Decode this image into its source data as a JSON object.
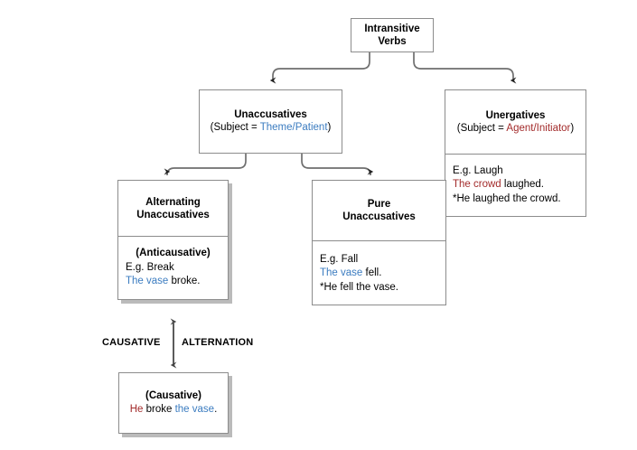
{
  "diagram": {
    "title_node": {
      "name": "intransitive-verbs",
      "line1": "Intransitive",
      "line2": "Verbs"
    },
    "unaccusatives": {
      "title": "Unaccusatives",
      "subject_prefix": "(Subject = ",
      "subject_role": "Theme/Patient",
      "subject_suffix": ")"
    },
    "unergatives": {
      "title": "Unergatives",
      "subject_prefix": "(Subject = ",
      "subject_role": "Agent/Initiator",
      "subject_suffix": ")",
      "example_label": "E.g. Laugh",
      "good_subject": "The crowd",
      "good_rest": " laughed.",
      "bad_sentence": "*He laughed the crowd."
    },
    "alternating_unaccusatives": {
      "title_line1": "Alternating",
      "title_line2": "Unaccusatives",
      "tag": "(Anticausative)",
      "example_label": "E.g. Break",
      "good_subject": "The vase",
      "good_rest": " broke."
    },
    "pure_unaccusatives": {
      "title_line1": "Pure",
      "title_line2": "Unaccusatives",
      "example_label": "E.g. Fall",
      "good_subject": "The vase",
      "good_rest": " fell.",
      "bad_sentence": "*He fell the vase."
    },
    "causative": {
      "tag": "(Causative)",
      "subject": "He",
      "verb": " broke ",
      "object": "the vase",
      "period": "."
    },
    "alternation_label": {
      "left": "CAUSATIVE",
      "right": "ALTERNATION"
    },
    "colors": {
      "theme_blue": "#3b7cc0",
      "agent_red": "#a32b2b",
      "border_gray": "#8c8c8c",
      "connector_gray": "#6b6b6b",
      "background": "#ffffff"
    }
  }
}
